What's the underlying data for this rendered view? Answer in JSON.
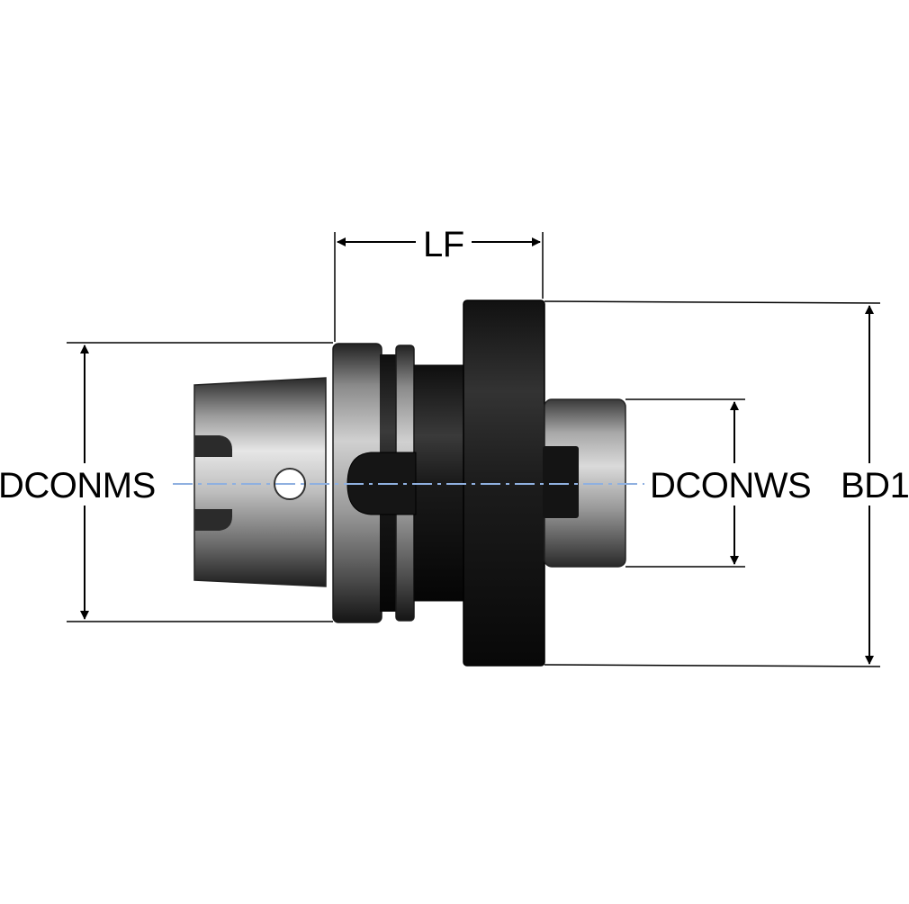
{
  "dimensions": {
    "lf": "LF",
    "dconms": "DCONMS",
    "dconws": "DCONWS",
    "bd1": "BD1"
  },
  "colors": {
    "background": "#ffffff",
    "dimension_line": "#000000",
    "centerline": "#8fb0e0",
    "steel_dark": "#1a1a1a",
    "steel_light": "#d8d8d8"
  }
}
